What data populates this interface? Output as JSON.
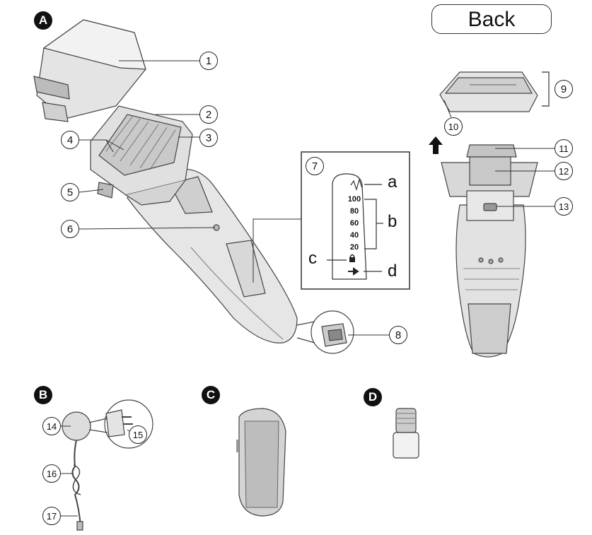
{
  "back_button": {
    "label": "Back"
  },
  "sections": {
    "a": "A",
    "b": "B",
    "c": "C",
    "d": "D"
  },
  "callouts": {
    "n1": "1",
    "n2": "2",
    "n3": "3",
    "n4": "4",
    "n5": "5",
    "n6": "6",
    "n7": "7",
    "n8": "8",
    "n9": "9",
    "n10": "10",
    "n11": "11",
    "n12": "12",
    "n13": "13",
    "n14": "14",
    "n15": "15",
    "n16": "16",
    "n17": "17"
  },
  "display_panel": {
    "letters": {
      "a": "a",
      "b": "b",
      "c": "c",
      "d": "d"
    },
    "levels": [
      "100",
      "80",
      "60",
      "40",
      "20"
    ]
  }
}
